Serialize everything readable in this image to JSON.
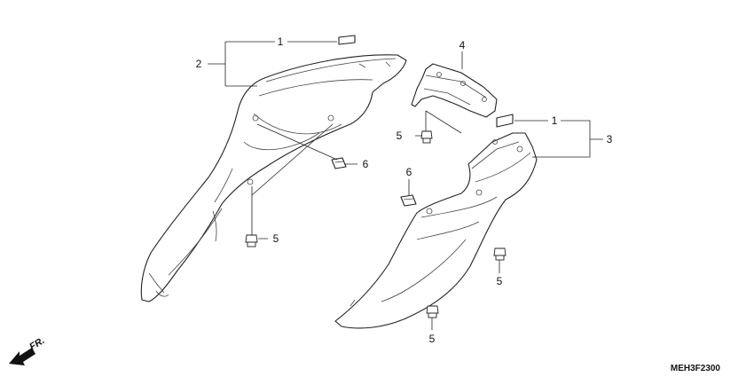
{
  "callouts": {
    "c1a": "1",
    "c2": "2",
    "c4": "4",
    "c1b": "1",
    "c3": "3",
    "c5a": "5",
    "c6a": "6",
    "c6b": "6",
    "c5b": "5",
    "c5c": "5",
    "c5d": "5"
  },
  "direction_label": "FR.",
  "diagram_code": "MEH3F2300"
}
